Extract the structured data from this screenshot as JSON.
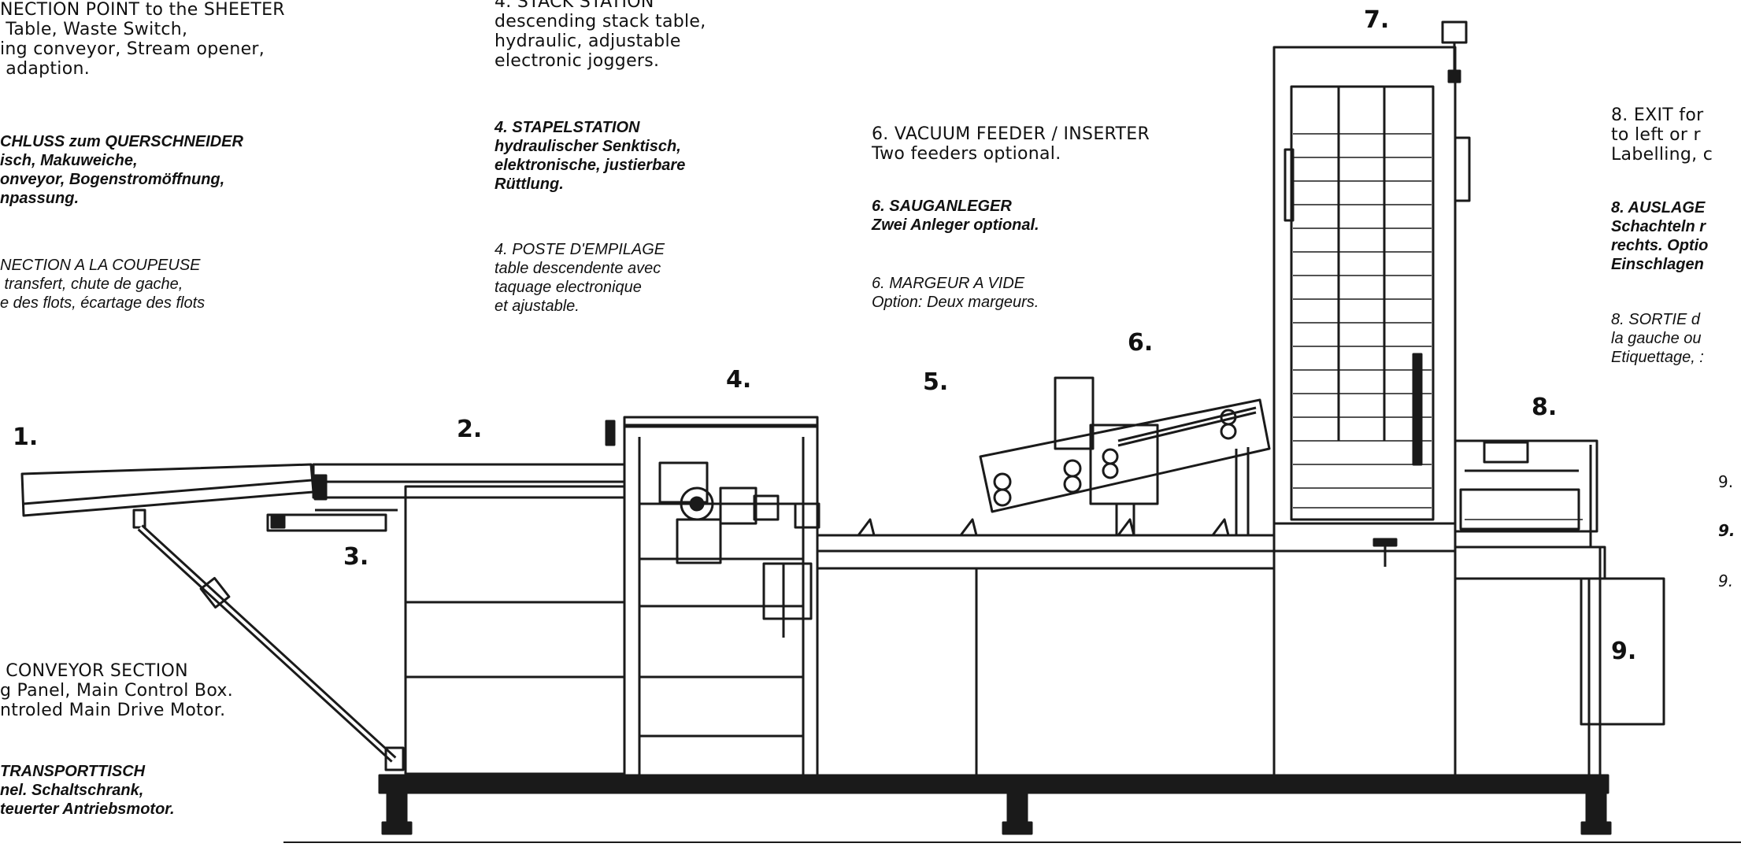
{
  "labels": {
    "b1": {
      "en": "NECTION POINT to the SHEETER\n Table, Waste Switch,\ning conveyor, Stream opener,\n adaption.",
      "de": "CHLUSS zum QUERSCHNEIDER\nisch, Makuweiche,\nonveyor, Bogenstromöffnung,\nnpassung.",
      "fr": "NECTION A LA COUPEUSE\n transfert, chute de gache,\ne des flots, écartage des flots"
    },
    "b4": {
      "en": "4. STACK STATION\ndescending stack table,\nhydraulic, adjustable\nelectronic joggers.",
      "de": "4. STAPELSTATION\nhydraulischer Senktisch,\nelektronische, justierbare\nRüttlung.",
      "fr": "4. POSTE D'EMPILAGE\ntable descendente avec\ntaquage electronique\net ajustable."
    },
    "b6": {
      "en": "6. VACUUM FEEDER / INSERTER\nTwo feeders optional.",
      "de": "6. SAUGANLEGER\nZwei Anleger optional.",
      "fr": "6. MARGEUR A VIDE\nOption: Deux margeurs."
    },
    "b8": {
      "en": "8. EXIT for\nto left or r\nLabelling, c",
      "de": "8. AUSLAGE\nSchachteln r\nrechts. Optio\nEinschlagen",
      "fr": "8. SORTIE d\nla gauche ou\nEtiquettage, :"
    },
    "b3": {
      "en": " CONVEYOR SECTION\ng Panel, Main Control Box.\nntroled Main Drive Motor.",
      "de": "TRANSPORTTISCH\nnel. Schaltschrank,\nteuerter Antriebsmotor."
    },
    "b9": [
      "9.",
      "9.",
      "9."
    ]
  },
  "callouts": {
    "n1": "1.",
    "n2": "2.",
    "n3": "3.",
    "n4": "4.",
    "n5": "5.",
    "n6": "6.",
    "n7": "7.",
    "n8": "8.",
    "n9": "9."
  }
}
